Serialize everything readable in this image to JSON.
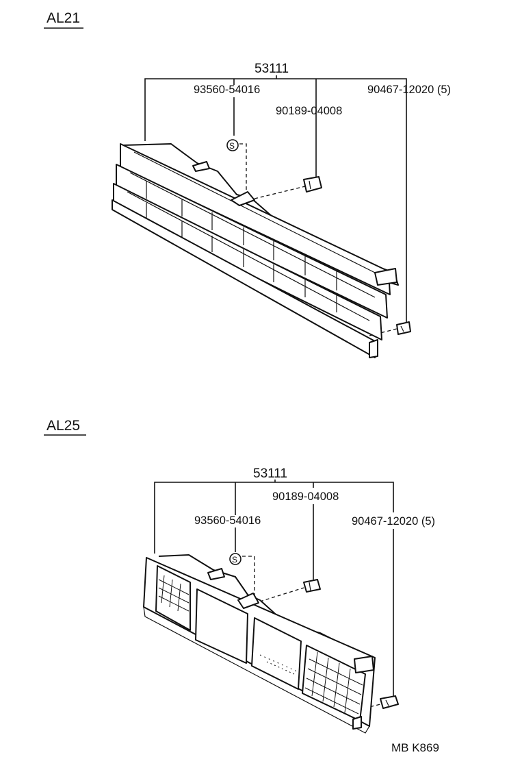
{
  "footer": "MB  K869",
  "diagrams": [
    {
      "section": "AL21",
      "assembly": "53111",
      "callouts": {
        "clip_screw": "93560-54016",
        "nut_clip": "90189-04008",
        "retainer_clip": "90467-12020 (5)"
      },
      "screw_symbol": "S"
    },
    {
      "section": "AL25",
      "assembly": "53111",
      "callouts": {
        "clip_screw": "93560-54016",
        "nut_clip": "90189-04008",
        "retainer_clip": "90467-12020 (5)"
      },
      "screw_symbol": "S"
    }
  ]
}
